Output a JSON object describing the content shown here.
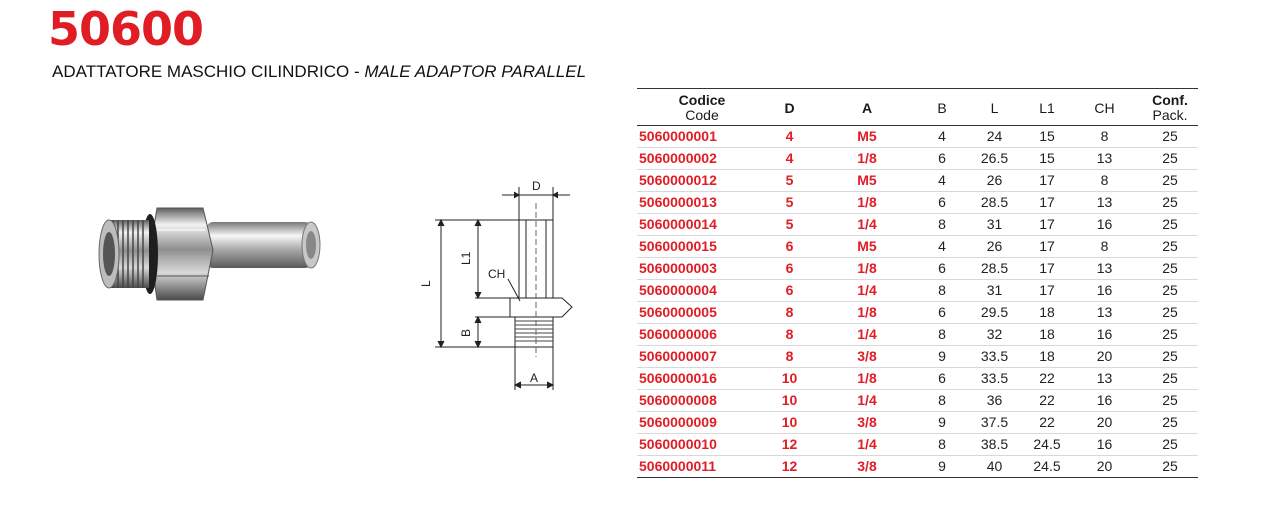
{
  "header": {
    "code": "50600",
    "subtitle_it": "ADATTATORE MASCHIO CILINDRICO",
    "subtitle_sep": " - ",
    "subtitle_en": "MALE ADAPTOR PARALLEL"
  },
  "diagram": {
    "label_d": "D",
    "label_l": "L",
    "label_l1": "L1",
    "label_ch": "CH",
    "label_b": "B",
    "label_a": "A"
  },
  "table": {
    "headers": {
      "code_it": "Codice",
      "code_en": "Code",
      "d": "D",
      "a": "A",
      "b": "B",
      "l": "L",
      "l1": "L1",
      "ch": "CH",
      "pack_it": "Conf.",
      "pack_en": "Pack."
    },
    "rows": [
      {
        "code": "5060000001",
        "d": "4",
        "a": "M5",
        "b": "4",
        "l": "24",
        "l1": "15",
        "ch": "8",
        "pack": "25"
      },
      {
        "code": "5060000002",
        "d": "4",
        "a": "1/8",
        "b": "6",
        "l": "26.5",
        "l1": "15",
        "ch": "13",
        "pack": "25"
      },
      {
        "code": "5060000012",
        "d": "5",
        "a": "M5",
        "b": "4",
        "l": "26",
        "l1": "17",
        "ch": "8",
        "pack": "25"
      },
      {
        "code": "5060000013",
        "d": "5",
        "a": "1/8",
        "b": "6",
        "l": "28.5",
        "l1": "17",
        "ch": "13",
        "pack": "25"
      },
      {
        "code": "5060000014",
        "d": "5",
        "a": "1/4",
        "b": "8",
        "l": "31",
        "l1": "17",
        "ch": "16",
        "pack": "25"
      },
      {
        "code": "5060000015",
        "d": "6",
        "a": "M5",
        "b": "4",
        "l": "26",
        "l1": "17",
        "ch": "8",
        "pack": "25"
      },
      {
        "code": "5060000003",
        "d": "6",
        "a": "1/8",
        "b": "6",
        "l": "28.5",
        "l1": "17",
        "ch": "13",
        "pack": "25"
      },
      {
        "code": "5060000004",
        "d": "6",
        "a": "1/4",
        "b": "8",
        "l": "31",
        "l1": "17",
        "ch": "16",
        "pack": "25"
      },
      {
        "code": "5060000005",
        "d": "8",
        "a": "1/8",
        "b": "6",
        "l": "29.5",
        "l1": "18",
        "ch": "13",
        "pack": "25"
      },
      {
        "code": "5060000006",
        "d": "8",
        "a": "1/4",
        "b": "8",
        "l": "32",
        "l1": "18",
        "ch": "16",
        "pack": "25"
      },
      {
        "code": "5060000007",
        "d": "8",
        "a": "3/8",
        "b": "9",
        "l": "33.5",
        "l1": "18",
        "ch": "20",
        "pack": "25"
      },
      {
        "code": "5060000016",
        "d": "10",
        "a": "1/8",
        "b": "6",
        "l": "33.5",
        "l1": "22",
        "ch": "13",
        "pack": "25"
      },
      {
        "code": "5060000008",
        "d": "10",
        "a": "1/4",
        "b": "8",
        "l": "36",
        "l1": "22",
        "ch": "16",
        "pack": "25"
      },
      {
        "code": "5060000009",
        "d": "10",
        "a": "3/8",
        "b": "9",
        "l": "37.5",
        "l1": "22",
        "ch": "20",
        "pack": "25"
      },
      {
        "code": "5060000010",
        "d": "12",
        "a": "1/4",
        "b": "8",
        "l": "38.5",
        "l1": "24.5",
        "ch": "16",
        "pack": "25"
      },
      {
        "code": "5060000011",
        "d": "12",
        "a": "3/8",
        "b": "9",
        "l": "40",
        "l1": "24.5",
        "ch": "20",
        "pack": "25"
      }
    ]
  },
  "colors": {
    "accent_red": "#e01d25",
    "text": "#222222",
    "rule": "#333333"
  }
}
